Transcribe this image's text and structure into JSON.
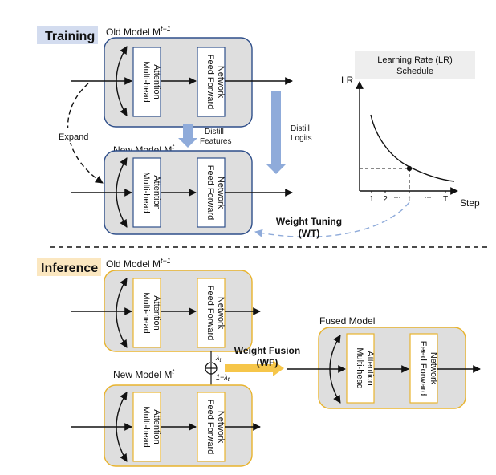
{
  "sections": {
    "training": "Training",
    "inference": "Inference"
  },
  "training": {
    "old_model_label": "Old Model M",
    "old_model_sup": "t−1",
    "new_model_label": "New Model M",
    "new_model_sup": "t",
    "attention_line1": "Multi-head",
    "attention_line2": "Attention",
    "ffn_line1": "Feed Forward",
    "ffn_line2": "Network",
    "expand": "Expand",
    "distill_features_line1": "Distill",
    "distill_features_line2": "Features",
    "distill_logits_line1": "Distill",
    "distill_logits_line2": "Logits",
    "weight_tuning_line1": "Weight Tuning",
    "weight_tuning_line2": "(WT)"
  },
  "lr_schedule": {
    "title_line1": "Learning Rate (LR)",
    "title_line2": "Schedule",
    "ylabel": "LR",
    "xlabel": "Step",
    "ticks": [
      "1",
      "2",
      "···",
      "t",
      "···",
      "T"
    ]
  },
  "inference": {
    "old_model_label": "Old Model M",
    "old_model_sup": "t−1",
    "new_model_label": "New Model M",
    "new_model_sup": "t",
    "fused_model_label": "Fused Model",
    "lambda_top": "λ",
    "lambda_top_sub": "t",
    "lambda_bottom": "1−λ",
    "lambda_bottom_sub": "t",
    "weight_fusion_line1": "Weight Fusion",
    "weight_fusion_line2": "(WF)"
  },
  "colors": {
    "training_tag_bg": "#d3dcef",
    "inference_tag_bg": "#fbe7c0",
    "training_border": "#2f4f8a",
    "inference_border": "#e8b32d",
    "block_fill": "#dedede",
    "distill_arrow": "#8fabda",
    "fusion_arrow": "#f6c64a"
  }
}
